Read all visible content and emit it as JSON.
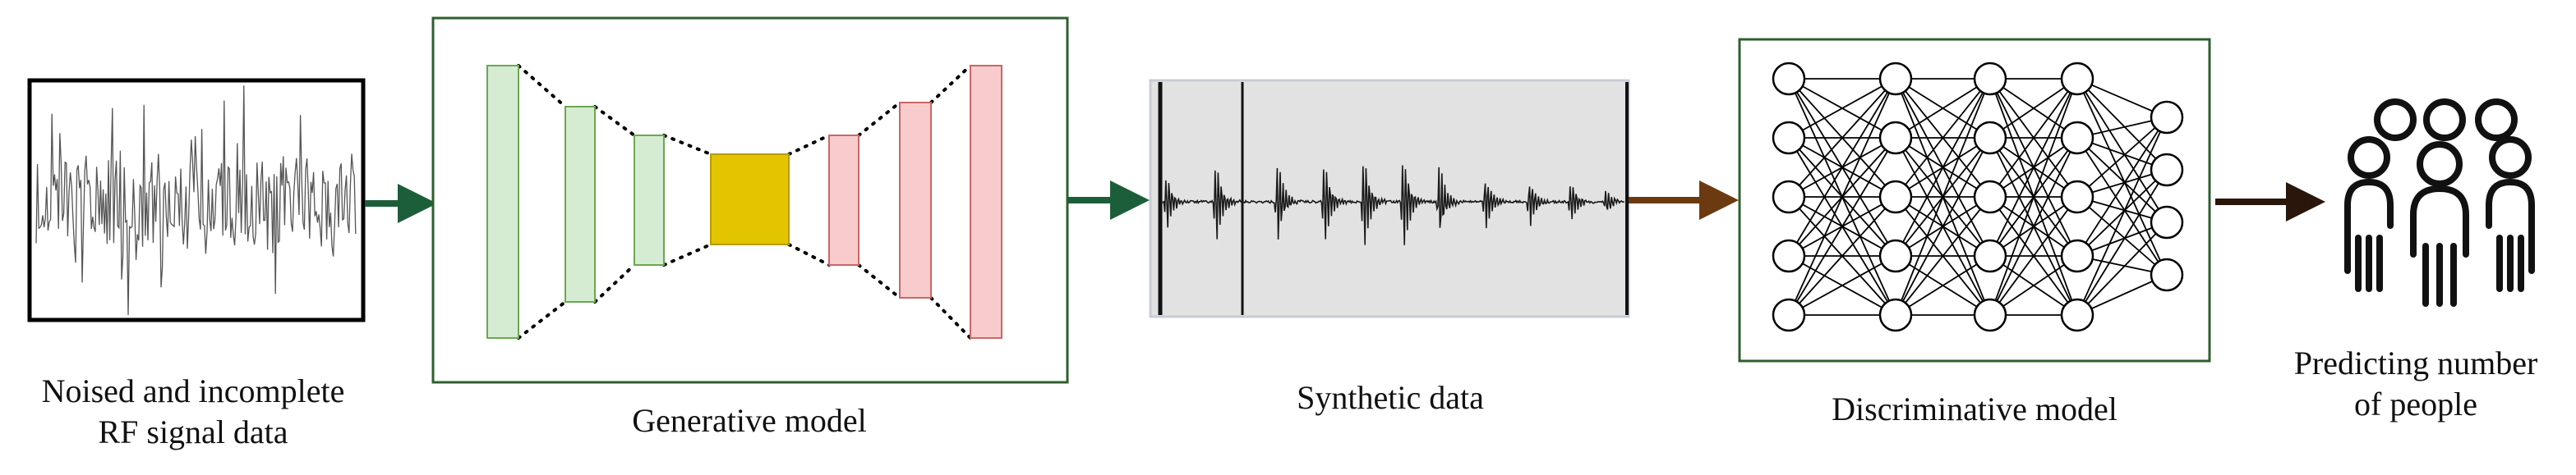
{
  "captions": {
    "noised_line1": "Noised and incomplete",
    "noised_line2": "RF signal data",
    "generative": "Generative model",
    "synthetic": "Synthetic data",
    "discriminative": "Discriminative model",
    "predict_line1": "Predicting number",
    "predict_line2": "of people"
  },
  "colors": {
    "green_arrow": "#1d5e3a",
    "brown_arrow": "#6b3a10",
    "dark_arrow": "#2a160a",
    "box_border_green": "#2f5f2f",
    "encoder_fill": "#d6ecd2",
    "encoder_stroke": "#6aa84f",
    "bottleneck_fill": "#e2c400",
    "decoder_fill": "#f8cccc",
    "decoder_stroke": "#cc6666",
    "synthetic_bg": "#e2e2e2"
  },
  "network": {
    "layers": [
      5,
      5,
      5,
      5,
      4
    ]
  },
  "icons": [
    "noisy-signal-icon",
    "autoencoder-icon",
    "waveform-icon",
    "neural-network-icon",
    "people-group-icon"
  ]
}
